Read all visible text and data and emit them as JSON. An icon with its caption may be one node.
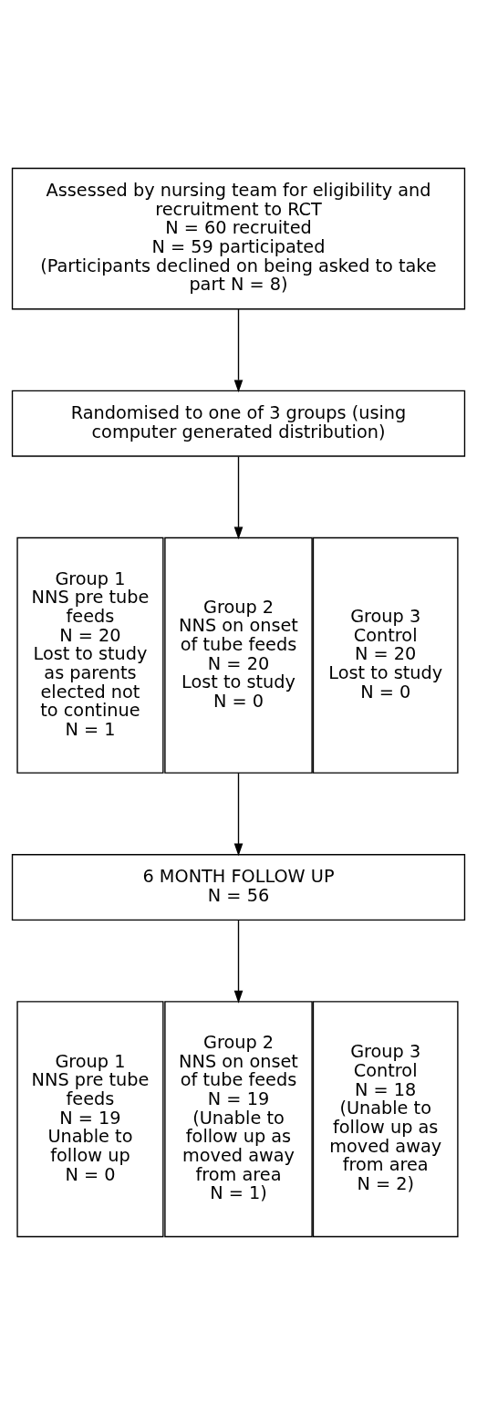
{
  "diagram": {
    "nodes": [
      {
        "text": [
          "Assessed by nursing team for eligibility and recruitment to RCT",
          "N = 60 recruited",
          "N = 59 participated",
          "(Participants declined on being asked to take part N = 8)"
        ]
      },
      {
        "text": [
          "Randomised to one of 3 groups (using computer generated distribution)"
        ]
      },
      {
        "text": [
          "Group 1",
          "NNS pre tube feeds",
          "N = 20",
          "Lost to study as parents elected not to continue",
          "N = 1"
        ]
      },
      {
        "text": [
          "Group 2",
          "NNS on onset of tube feeds",
          "N = 20",
          "Lost to study",
          "N = 0"
        ]
      },
      {
        "text": [
          "Group 3",
          "Control",
          "N = 20",
          "Lost to study",
          "N = 0"
        ]
      },
      {
        "text": [
          "6 MONTH FOLLOW UP",
          "N = 56"
        ]
      },
      {
        "text": [
          "Group 1",
          "NNS pre tube feeds",
          "N = 19",
          "Unable to follow up",
          "N = 0"
        ]
      },
      {
        "text": [
          "Group 2",
          "NNS on onset of tube feeds",
          "N = 19",
          "(Unable to follow up as moved away from area",
          "N = 1)"
        ]
      },
      {
        "text": [
          "Group 3",
          "Control",
          "N = 18",
          "(Unable to follow up as moved away from area",
          "N = 2)"
        ]
      }
    ],
    "edges": [
      {
        "from": 0,
        "to": 1,
        "arrow": "to"
      },
      {
        "from": 1,
        "to": 3,
        "arrow": "to"
      },
      {
        "from": 3,
        "to": 5,
        "arrow": "to"
      },
      {
        "from": 5,
        "to": 7,
        "arrow": "to"
      }
    ]
  }
}
